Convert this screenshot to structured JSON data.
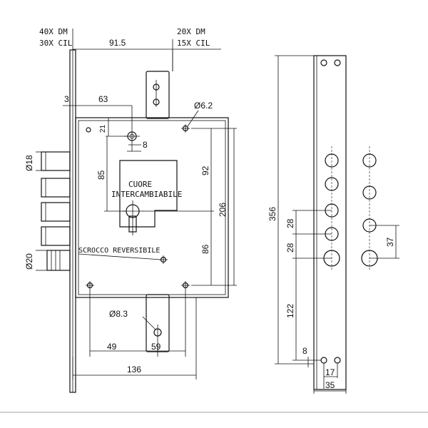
{
  "labels": {
    "top_left_1": "40X DM",
    "top_left_2": "30X CIL",
    "top_right_1": "20X DM",
    "top_right_2": "15X CIL",
    "cuore_1": "CUORE",
    "cuore_2": "INTERCAMBIABILE",
    "scrocco": "SCROCCO REVERSIBILE"
  },
  "dimensions": {
    "d_91_5": "91.5",
    "d_3": "3",
    "d_63": "63",
    "d_6_2": "Ø6.2",
    "d_21": "21",
    "d_8": "8",
    "d_85": "85",
    "d_92": "92",
    "d_206": "206",
    "d_86": "86",
    "d_18": "Ø18",
    "d_20": "Ø20",
    "d_8_3": "Ø8.3",
    "d_49": "49",
    "d_59": "59",
    "d_136": "136",
    "d_356": "356",
    "d_28a": "28",
    "d_28b": "28",
    "d_37": "37",
    "d_122": "122",
    "d_8b": "8",
    "d_17": "17",
    "d_35": "35"
  }
}
